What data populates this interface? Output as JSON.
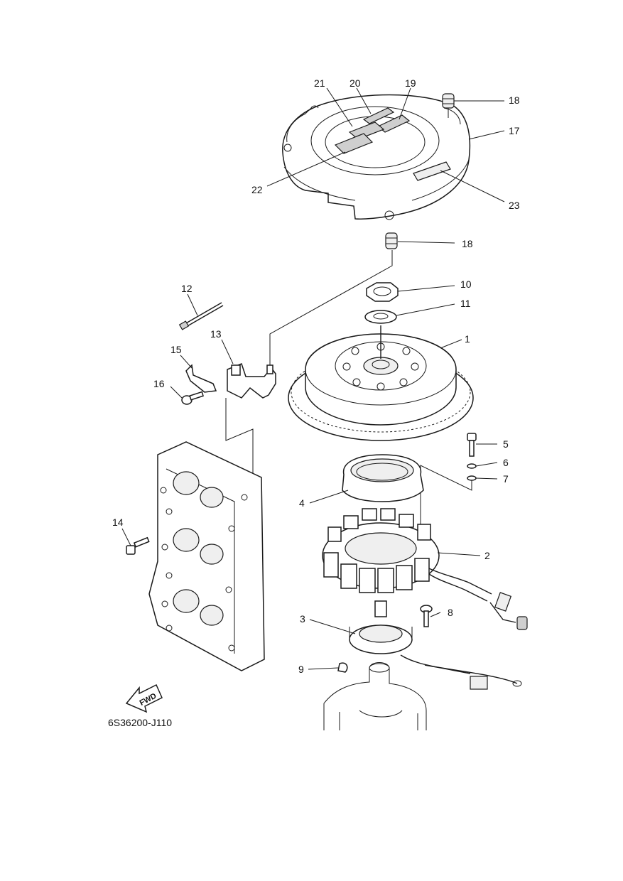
{
  "diagram": {
    "callouts": {
      "c1": "1",
      "c2": "2",
      "c3": "3",
      "c4": "4",
      "c5": "5",
      "c6": "6",
      "c7": "7",
      "c8": "8",
      "c9": "9",
      "c10": "10",
      "c11": "11",
      "c12": "12",
      "c13": "13",
      "c14": "14",
      "c15": "15",
      "c16": "16",
      "c17": "17",
      "c18a": "18",
      "c18b": "18",
      "c19": "19",
      "c20": "20",
      "c21": "21",
      "c22": "22",
      "c23": "23"
    },
    "fwd_label": "FWD",
    "drawing_code": "6S36200-J110"
  }
}
